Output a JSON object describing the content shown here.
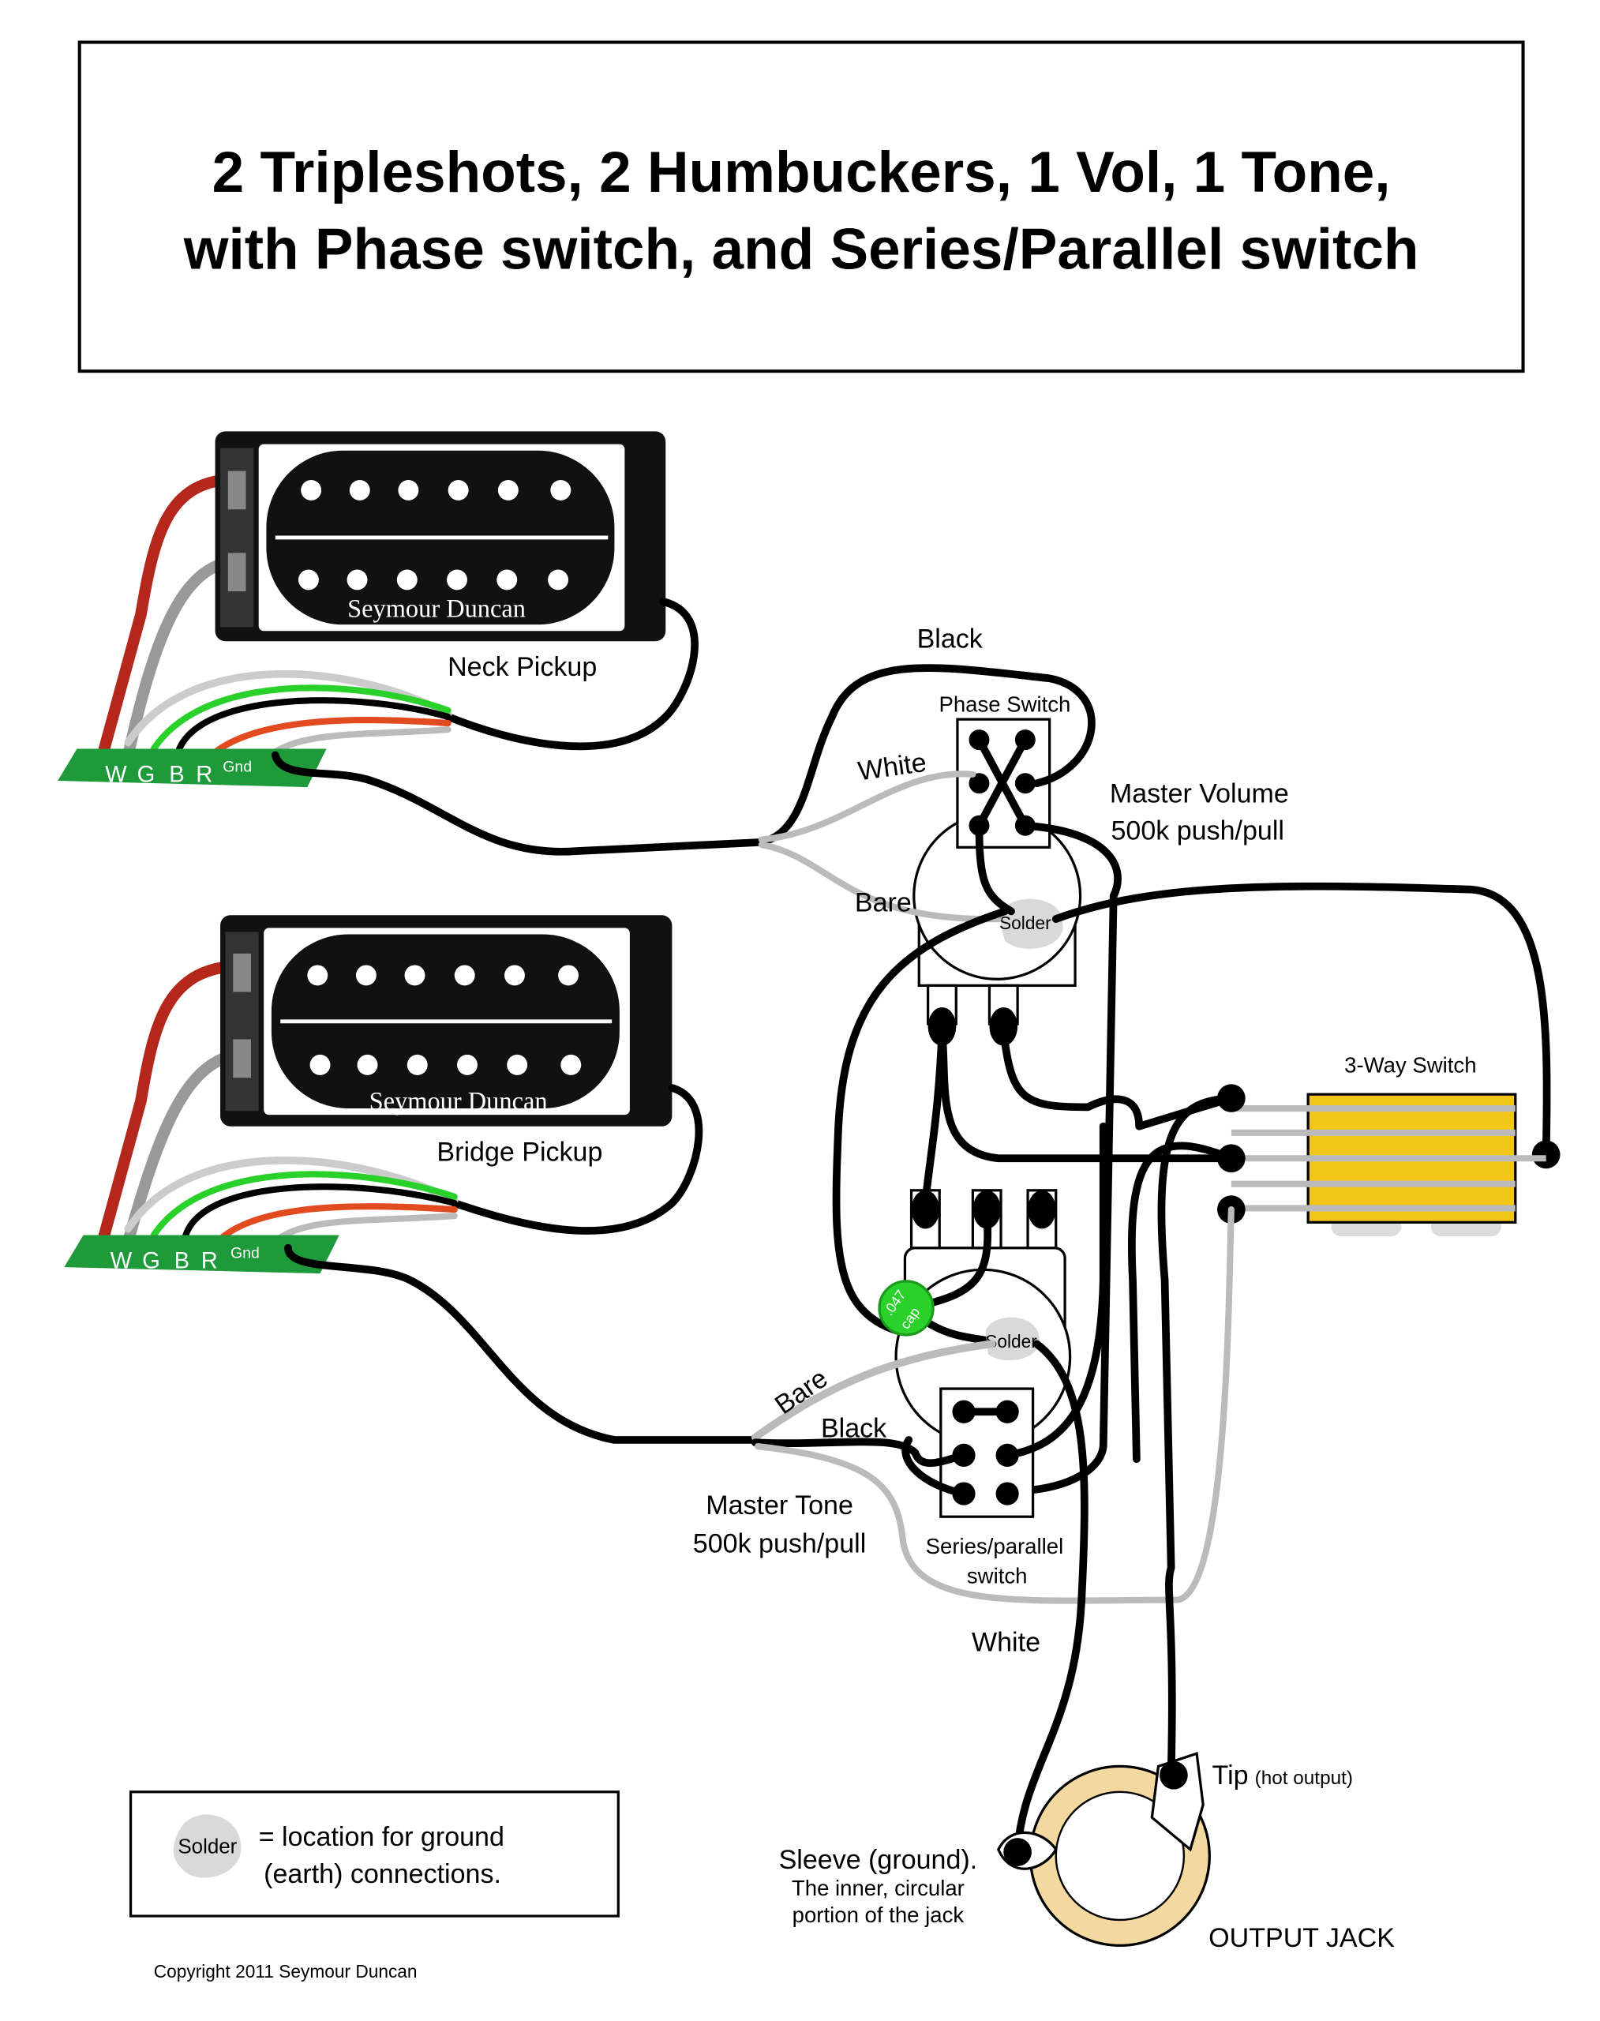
{
  "title": {
    "line1": "2 Tripleshots, 2 Humbuckers, 1 Vol, 1 Tone,",
    "line2": "with Phase switch, and Series/Parallel switch"
  },
  "pickups": {
    "neck": {
      "brand": "Seymour Duncan",
      "label": "Neck Pickup"
    },
    "bridge": {
      "brand": "Seymour Duncan",
      "label": "Bridge Pickup"
    },
    "pads": [
      "W",
      "G",
      "B",
      "R",
      "Gnd"
    ]
  },
  "wires": {
    "black_top": "Black",
    "white_top": "White",
    "bare_top": "Bare",
    "bare_bottom": "Bare",
    "black_bottom": "Black",
    "white_bottom": "White"
  },
  "components": {
    "phase_switch": "Phase Switch",
    "master_volume": {
      "line1": "Master Volume",
      "line2": "500k push/pull"
    },
    "solder": "Solder",
    "three_way": "3-Way Switch",
    "cap": {
      "line1": ".047",
      "line2": "cap"
    },
    "master_tone": {
      "line1": "Master Tone",
      "line2": "500k push/pull"
    },
    "series_parallel": {
      "line1": "Series/parallel",
      "line2": "switch"
    },
    "tip": {
      "main": "Tip",
      "note": "(hot output)"
    },
    "sleeve": {
      "line1": "Sleeve (ground).",
      "line2": "The inner, circular",
      "line3": "portion of the jack"
    },
    "output_jack": "OUTPUT JACK"
  },
  "legend": {
    "solder": "Solder",
    "line1": "= location for ground",
    "line2": "(earth) connections."
  },
  "copyright": "Copyright 2011 Seymour Duncan",
  "colors": {
    "red": "#b5261b",
    "green": "#2bd12b",
    "pcb": "#1f9a3a",
    "switch_yellow": "#f2c618",
    "solder_gray": "#d9d9d9",
    "jack_ring": "#f3d9a0"
  }
}
